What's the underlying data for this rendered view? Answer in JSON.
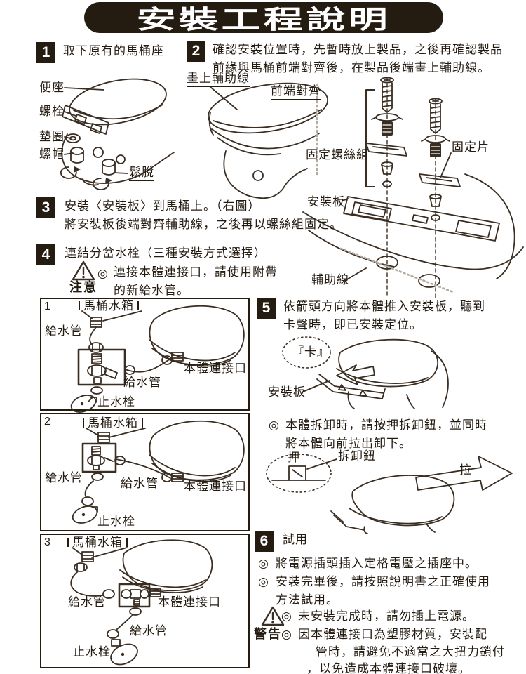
{
  "title": "安裝工程說明",
  "steps": {
    "s1": {
      "num": "1",
      "text": "取下原有的馬桶座"
    },
    "s2": {
      "num": "2",
      "l1": "確認安裝位置時，先暫時放上製品，之後再確認製品",
      "l2": "前緣與馬桶前端對齊後，在製品後端畫上輔助線。"
    },
    "s3": {
      "num": "3",
      "l1": "安裝〈安裝板〉到馬桶上。（右圖）",
      "l2": "將安裝板後端對齊輔助線，之後再以螺絲組固定。"
    },
    "s4": {
      "num": "4",
      "text": "連結分岔水栓（三種安裝方式選擇）"
    },
    "s5": {
      "num": "5",
      "l1": "依箭頭方向將本體推入安裝板，聽到",
      "l2": "卡聲時，即已安裝定位。"
    },
    "s6": {
      "num": "6",
      "text": "試用"
    }
  },
  "remove": {
    "seat": "便座",
    "bolt": "螺栓",
    "washer": "墊圈",
    "nut": "螺帽",
    "loosen": "鬆脫"
  },
  "align": {
    "draw_aux": "畫上輔助線",
    "front_align": "前端對齊"
  },
  "plate": {
    "screw_set": "固定螺絲組",
    "fixing_piece": "固定片",
    "plate": "安裝板",
    "aux_line": "輔助線"
  },
  "caution": {
    "label": "注意",
    "bullet": "◎",
    "l1": "連接本體連接口，請使用附帶",
    "l2": "的新給水管。"
  },
  "options": [
    {
      "num": "1",
      "tank": "馬桶水箱",
      "supply_a": "給水管",
      "supply_b": "給水管",
      "body_port": "本體連接口",
      "stop_valve": "止水栓"
    },
    {
      "num": "2",
      "tank": "馬桶水箱",
      "supply_a": "給水管",
      "supply_b": "給水管",
      "body_port": "本體連接口",
      "stop_valve": "止水栓"
    },
    {
      "num": "3",
      "tank": "馬桶水箱",
      "supply_a": "給水管",
      "supply_b": "給水管",
      "body_port": "本體連接口",
      "stop_valve": "止水栓"
    }
  ],
  "s5d": {
    "click": "『卡』",
    "plate": "安裝板"
  },
  "detach": {
    "bullet": "◎",
    "l1": "本體拆卸時，請按押拆卸鈕，並同時",
    "l2": "將本體向前拉出卸下。",
    "push": "押",
    "button": "拆卸鈕",
    "pull": "拉"
  },
  "trial": {
    "bullet": "◎",
    "b1": "將電源插頭插入定格電壓之插座中。",
    "b2l1": "安裝完畢後，請按照說明書之正確使用",
    "b2l2": "方法試用。"
  },
  "warn": {
    "label": "警告",
    "bullet": "◎",
    "b1": "未安裝完成時，請勿插上電源。",
    "b2l1": "因本體連接口為塑膠材質，安裝配",
    "b2l2": "管時，請避免不適當之大扭力鎖付",
    "b2l3": "，以免造成本體連接口破壞。"
  },
  "colors": {
    "ink": "#241b11",
    "stroke": "#3a2d22",
    "grey_dotted": "#b3aaa0",
    "paper": "#ffffff"
  }
}
